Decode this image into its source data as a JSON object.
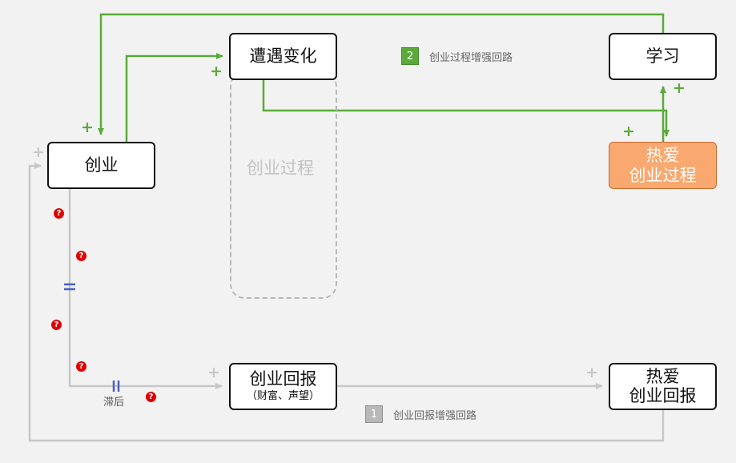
{
  "nodes": {
    "chuangye": {
      "label": "创业"
    },
    "zaoyu": {
      "label": "遭遇变化"
    },
    "xuexi": {
      "label": "学习"
    },
    "reai_guocheng": {
      "line1": "热爱",
      "line2": "创业过程"
    },
    "huibao": {
      "label": "创业回报",
      "sub": "（财富、声望）"
    },
    "reai_huibao": {
      "line1": "热爱",
      "line2": "创业回报"
    }
  },
  "process_container": {
    "label": "创业过程"
  },
  "loops": [
    {
      "number": "2",
      "label": "创业过程增强回路"
    },
    {
      "number": "1",
      "label": "创业回报增强回路"
    }
  ],
  "polarity": {
    "plus": "+"
  },
  "question_mark": "?",
  "delay": {
    "label": "滞后"
  },
  "colors": {
    "green": "#5aab3a",
    "gray": "#c7c7c7",
    "orange_fill": "#f9a86f",
    "question_red": "#e00000",
    "delay_blue": "#4a5fc1",
    "background": "#f2f2f2"
  }
}
